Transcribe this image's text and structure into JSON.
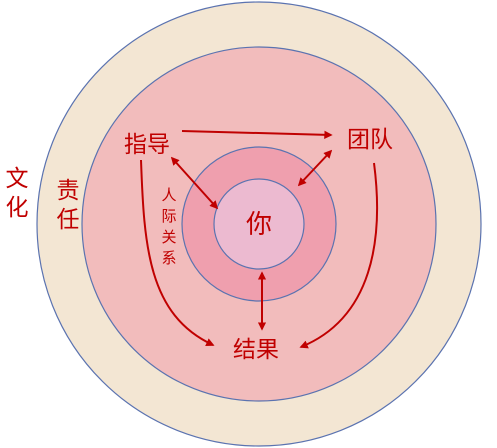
{
  "diagram": {
    "outer_side_label": "文化",
    "outer_ring_label": "责任",
    "center_label": "你",
    "node_top_left": "指导",
    "node_top_right": "团队",
    "node_bottom": "结果",
    "connector_label_chars": [
      "人",
      "际",
      "关",
      "系"
    ]
  },
  "colors": {
    "culture_ring": "#f3e6d3",
    "responsibility_ring": "#f2bcbc",
    "middle_ring": "#ef9fae",
    "center_fill": "#ecbad0",
    "ring_stroke": "#5b73b0",
    "text_red": "#c00000",
    "arrow_red": "#c00000"
  }
}
